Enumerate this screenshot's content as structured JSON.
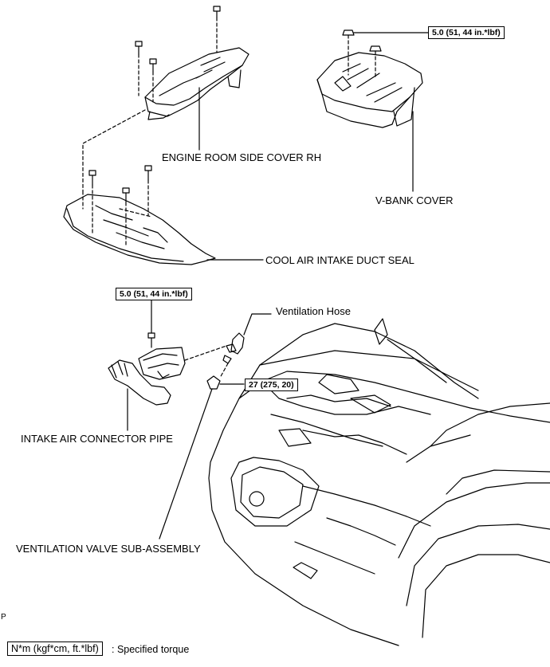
{
  "labels": {
    "engine_room_side_cover_rh": "ENGINE ROOM SIDE COVER RH",
    "v_bank_cover": "V-BANK COVER",
    "cool_air_intake_duct_seal": "COOL AIR INTAKE DUCT SEAL",
    "ventilation_hose": "Ventilation Hose",
    "intake_air_connector_pipe": "INTAKE AIR CONNECTOR PIPE",
    "ventilation_valve_sub_assembly": "VENTILATION VALVE SUB-ASSEMBLY"
  },
  "torques": {
    "v_bank_nut": "5.0 (51, 44 in.*lbf)",
    "connector_pipe_bolt": "5.0 (51, 44 in.*lbf)",
    "ventilation_valve": "27 (275, 20)"
  },
  "legend": {
    "unit_box": "N*m (kgf*cm, ft.*lbf)",
    "description": ": Specified torque"
  },
  "figure_code": "P"
}
